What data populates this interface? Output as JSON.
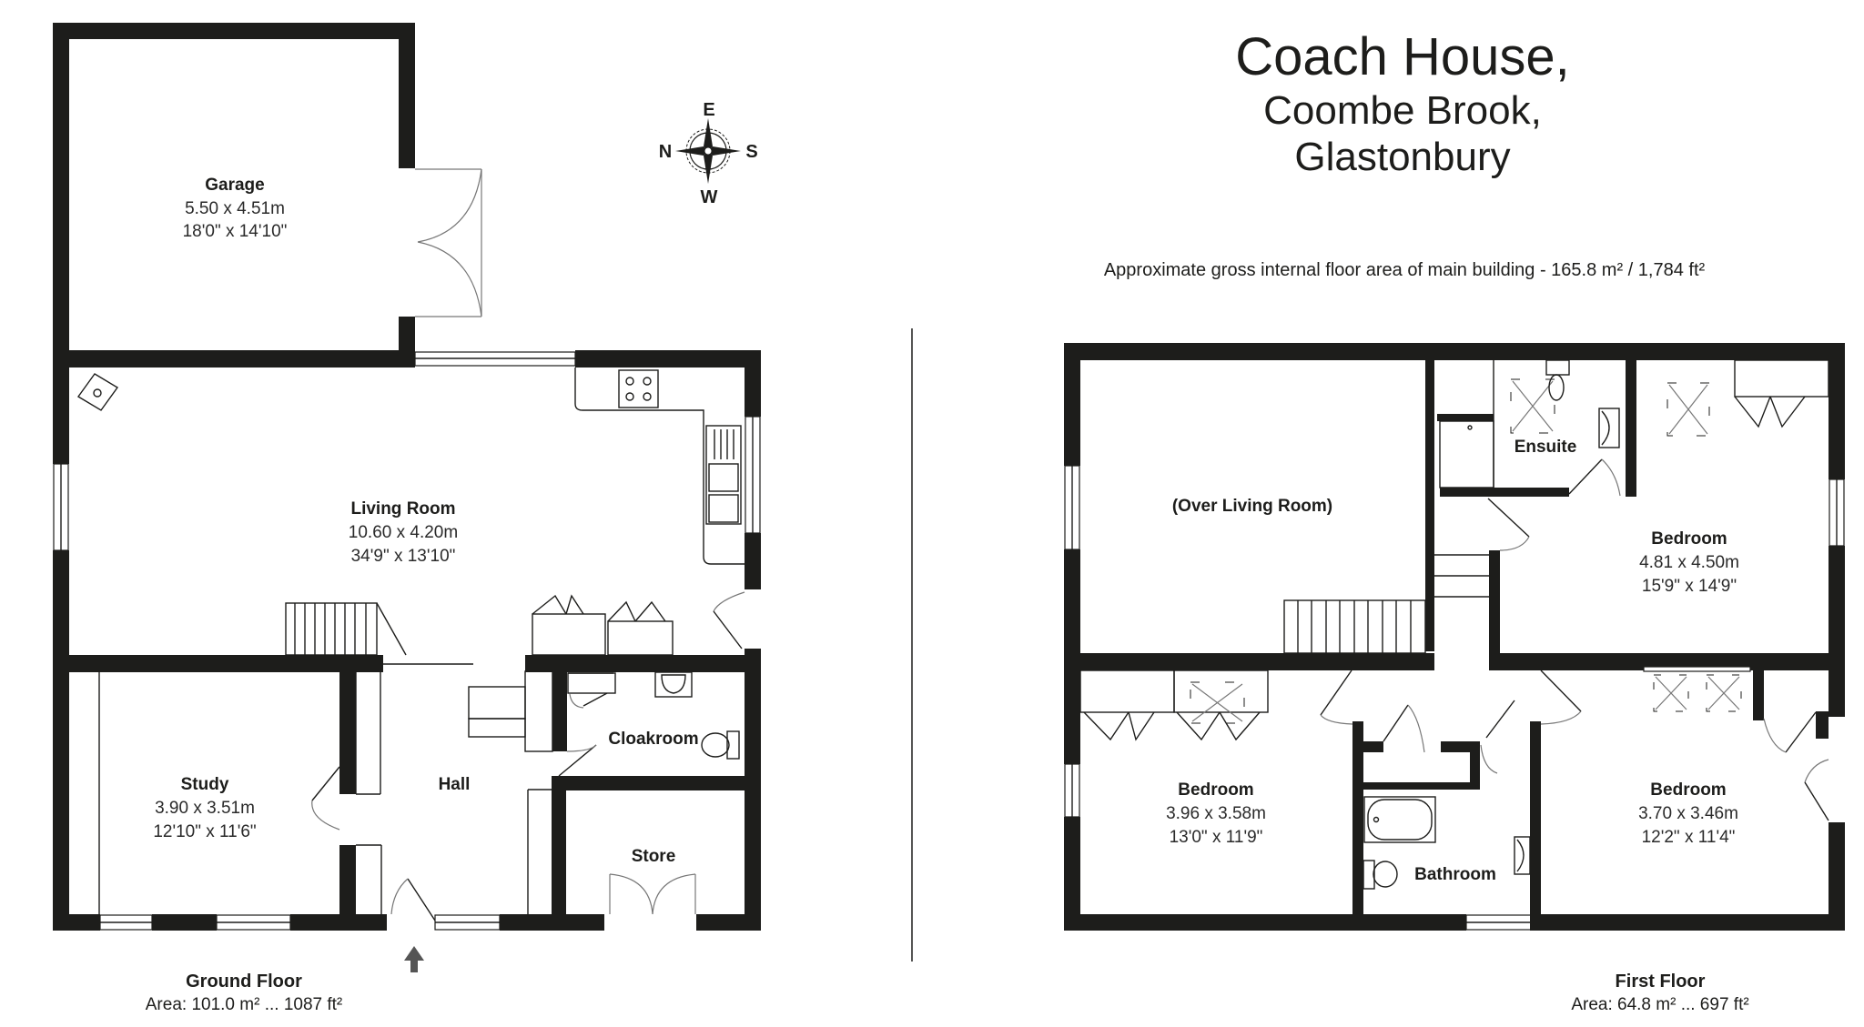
{
  "title": {
    "line1": "Coach House,",
    "line2": "Coombe Brook,",
    "line3": "Glastonbury"
  },
  "gross_area": {
    "text": "Approximate gross internal floor area of main building  -  165.8 m² / 1,784 ft²"
  },
  "compass": {
    "top": "E",
    "left": "N",
    "right": "S",
    "bottom": "W"
  },
  "ground_floor": {
    "label": "Ground Floor",
    "area": "Area: 101.0 m² ... 1087 ft²",
    "rooms": {
      "garage": {
        "name": "Garage",
        "metric": "5.50 x 4.51m",
        "imperial": "18'0\" x 14'10\""
      },
      "living_room": {
        "name": "Living Room",
        "metric": "10.60 x 4.20m",
        "imperial": "34'9\" x 13'10\""
      },
      "study": {
        "name": "Study",
        "metric": "3.90 x 3.51m",
        "imperial": "12'10\" x 11'6\""
      },
      "hall": {
        "name": "Hall"
      },
      "cloakroom": {
        "name": "Cloakroom"
      },
      "store": {
        "name": "Store"
      }
    }
  },
  "first_floor": {
    "label": "First Floor",
    "area": "Area: 64.8 m² ... 697 ft²",
    "rooms": {
      "over_living": {
        "name": "(Over Living Room)"
      },
      "ensuite": {
        "name": "Ensuite"
      },
      "bedroom1": {
        "name": "Bedroom",
        "metric": "4.81 x 4.50m",
        "imperial": "15'9\" x 14'9\""
      },
      "bedroom2": {
        "name": "Bedroom",
        "metric": "3.96 x 3.58m",
        "imperial": "13'0\" x 11'9\""
      },
      "bedroom3": {
        "name": "Bedroom",
        "metric": "3.70 x 3.46m",
        "imperial": "12'2\" x 11'4\""
      },
      "bathroom": {
        "name": "Bathroom"
      }
    }
  },
  "colors": {
    "wall": "#1d1d1b",
    "background": "#ffffff",
    "entrance_arrow": "#555555"
  }
}
